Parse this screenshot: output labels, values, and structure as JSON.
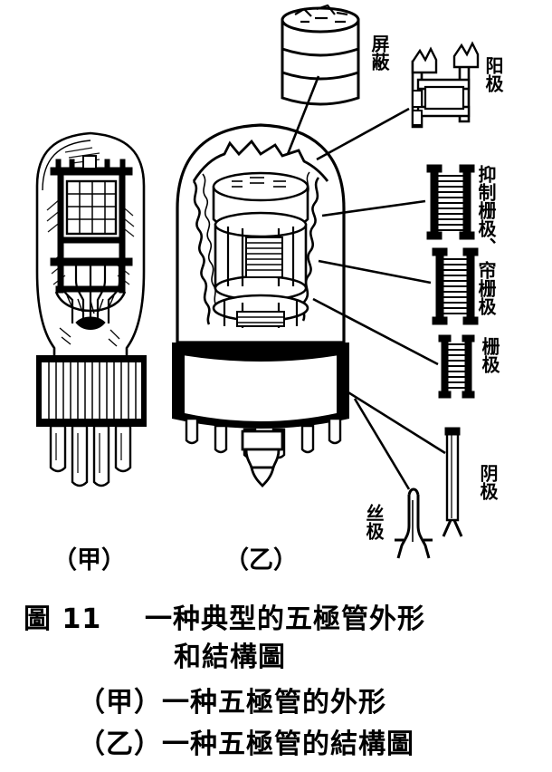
{
  "figure": {
    "id": "圖 11",
    "title_line1": "一种典型的五極管外形",
    "title_line2": "和結構圖",
    "caption_lines": [
      "（甲）一种五極管的外形",
      "（乙）一种五極管的結構圖"
    ],
    "panel_tags": {
      "left": "（甲）",
      "right": "（乙）"
    }
  },
  "component_labels": {
    "shield": "屏蔽",
    "anode": "阳极",
    "suppressor_grid": "抑制栅极、",
    "screen_grid": "帘栅极",
    "control_grid": "栅极",
    "cathode": "阴极",
    "filament": "丝极"
  },
  "parts_legend": [
    {
      "key": "shield",
      "label": "屏蔽",
      "order": 1
    },
    {
      "key": "anode",
      "label": "阳极",
      "order": 2
    },
    {
      "key": "suppressor_grid",
      "label": "抑制栅极、",
      "order": 3
    },
    {
      "key": "screen_grid",
      "label": "帘栅极",
      "order": 4
    },
    {
      "key": "control_grid",
      "label": "栅极",
      "order": 5
    },
    {
      "key": "cathode",
      "label": "阴极",
      "order": 6
    },
    {
      "key": "filament",
      "label": "丝极",
      "order": 7
    }
  ],
  "colors": {
    "ink": "#000000",
    "paper": "#ffffff"
  }
}
